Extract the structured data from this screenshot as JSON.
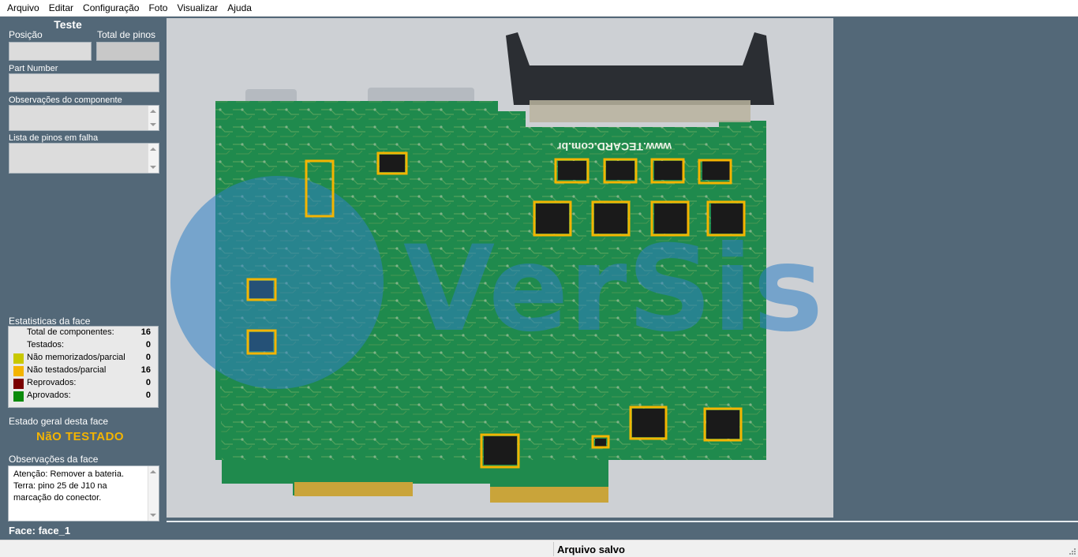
{
  "menu": [
    "Arquivo",
    "Editar",
    "Configuração",
    "Foto",
    "Visualizar",
    "Ajuda"
  ],
  "panel": {
    "title": "Teste",
    "position_label": "Posição",
    "total_pins_label": "Total de pinos",
    "position_value": "",
    "total_pins_value": "",
    "part_number_label": "Part Number",
    "part_number_value": "",
    "component_notes_label": "Observações do componente",
    "component_notes_value": "",
    "failed_pins_label": "Lista de pinos em falha",
    "failed_pins_value": ""
  },
  "stats": {
    "title": "Estatisticas da face",
    "rows": [
      {
        "label": "Total de componentes:",
        "value": "16",
        "color": ""
      },
      {
        "label": "Testados:",
        "value": "0",
        "color": ""
      },
      {
        "label": "Não memorizados/parcial",
        "value": "0",
        "color": "#c8c800"
      },
      {
        "label": "Não testados/parcial",
        "value": "16",
        "color": "#f4b400"
      },
      {
        "label": "Reprovados:",
        "value": "0",
        "color": "#7a0000"
      },
      {
        "label": "Aprovados:",
        "value": "0",
        "color": "#0a8a0a"
      }
    ]
  },
  "state": {
    "label": "Estado geral desta face",
    "value": "NãO TESTADO",
    "color": "#f4b400"
  },
  "face_notes": {
    "label": "Observações da face",
    "lines": [
      "Atenção: Remover a bateria.",
      "Terra: pino 25 de J10 na",
      "marcação do conector."
    ]
  },
  "face": "Face: face_1",
  "board": {
    "url_text": "www.TECARD.com.br",
    "watermark": "VerSis",
    "highlight_color": "#f4b400"
  },
  "statusbar": {
    "message": "Arquivo salvo"
  }
}
